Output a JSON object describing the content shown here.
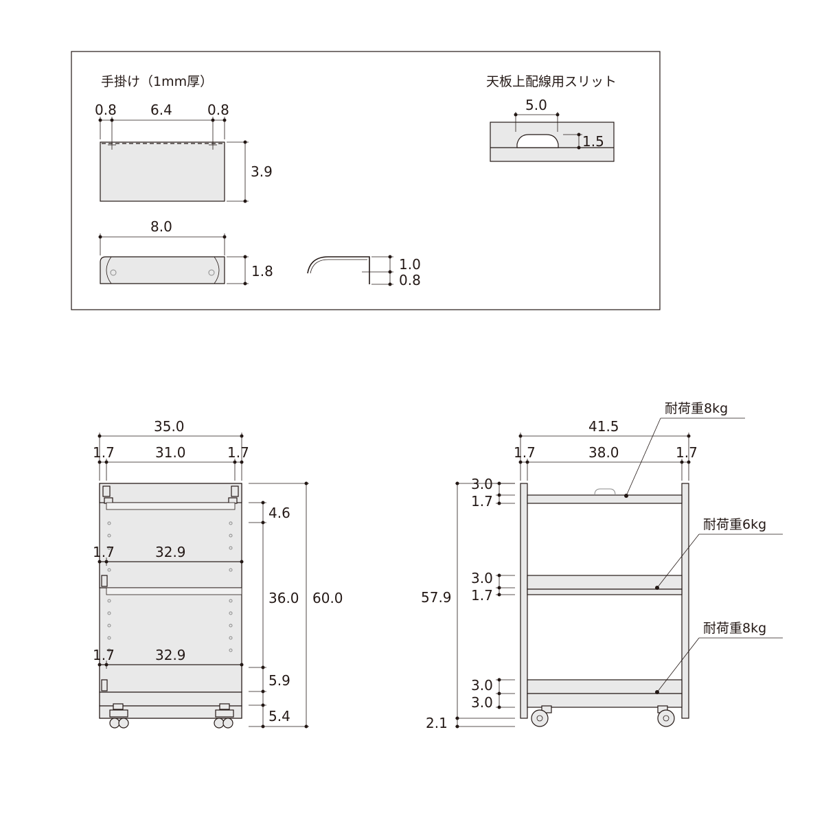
{
  "detail": {
    "handle_title": "手掛け（1mm厚）",
    "slit_title": "天板上配線用スリット",
    "handle_front_dims": [
      "0.8",
      "6.4",
      "0.8"
    ],
    "handle_front_height": "3.9",
    "handle_top_width": "8.0",
    "handle_top_height": "1.8",
    "handle_profile_dims": [
      "1.0",
      "0.8"
    ],
    "slit_width": "5.0",
    "slit_depth": "1.5"
  },
  "front": {
    "total_width": "35.0",
    "side": "1.7",
    "inner_width": "31.0",
    "shelf_left_1": "1.7",
    "shelf_width_1": "32.9",
    "shelf_left_2": "1.7",
    "shelf_width_2": "32.9",
    "gap_top": "4.6",
    "gap_mid": "36.0",
    "gap_low": "5.9",
    "gap_base": "5.4",
    "total_height": "60.0"
  },
  "side": {
    "total_width": "41.5",
    "side": "1.7",
    "inner_width": "38.0",
    "total_height": "57.9",
    "base_gap": "2.1",
    "shelf1": [
      "3.0",
      "1.7"
    ],
    "shelf2": [
      "3.0",
      "1.7"
    ],
    "shelf3": [
      "3.0",
      "3.0"
    ],
    "load_top": "耐荷重8kg",
    "load_mid": "耐荷重6kg",
    "load_bottom": "耐荷重8kg"
  }
}
